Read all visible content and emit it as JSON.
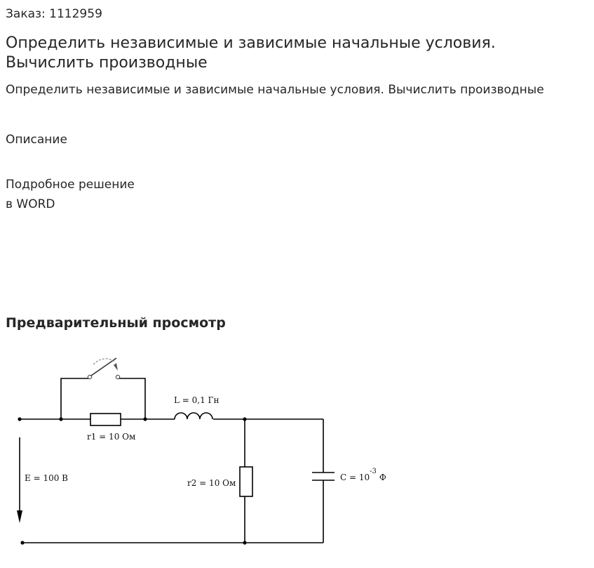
{
  "order": {
    "text": "Заказ: 1112959"
  },
  "title": "Определить независимые и зависимые начальные условия. Вычислить производные",
  "subtitle": "Определить независимые и зависимые начальные условия. Вычислить производные",
  "description": {
    "heading": "Описание",
    "line1": "Подробное решение",
    "line2": "в WORD"
  },
  "preview": {
    "heading": "Предварительный просмотр",
    "circuit": {
      "L_label": "L = 0,1 Гн",
      "r1_label": "r1 = 10 Ом",
      "r2_label": "r2 = 10 Ом",
      "E_label": "E = 100 В",
      "C_prefix": "C = 10",
      "C_exp": "-3",
      "C_unit": "Ф"
    }
  }
}
